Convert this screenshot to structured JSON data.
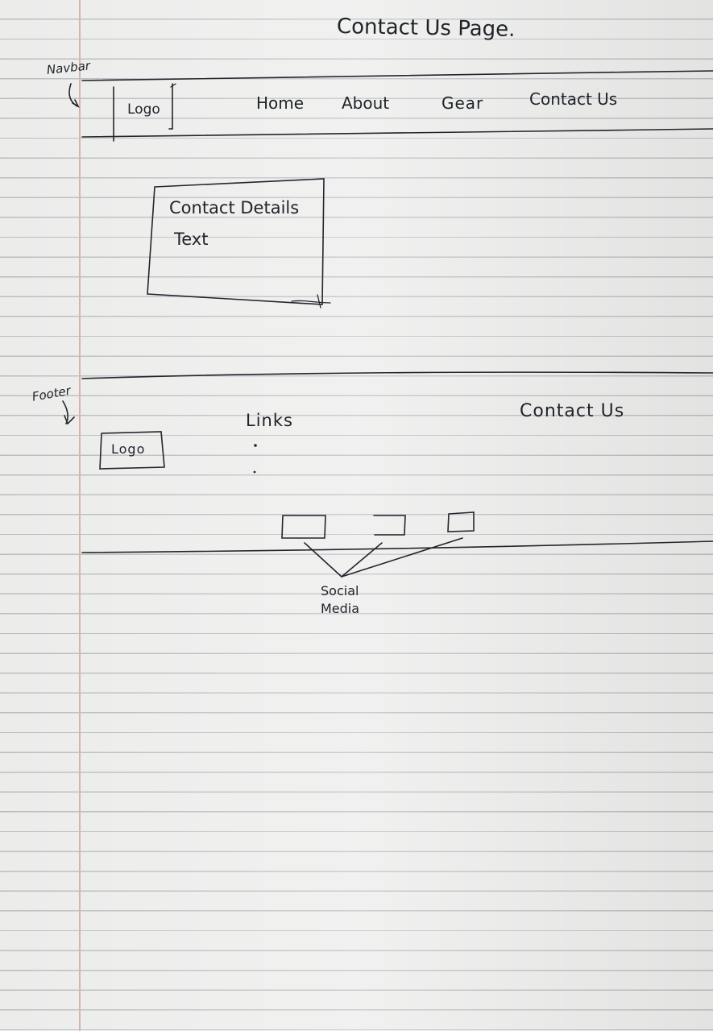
{
  "page_title": "Contact Us Page.",
  "navbar": {
    "annotation": "Navbar",
    "logo": "Logo",
    "links": [
      "Home",
      "About",
      "Gear",
      "Contact Us"
    ]
  },
  "content": {
    "box_text_line1": "Contact Details",
    "box_text_line2": "Text"
  },
  "footer": {
    "annotation": "Footer",
    "logo": "Logo",
    "links_heading": "Links",
    "contact_heading": "Contact Us",
    "social_label_line1": "Social",
    "social_label_line2": "Media"
  }
}
